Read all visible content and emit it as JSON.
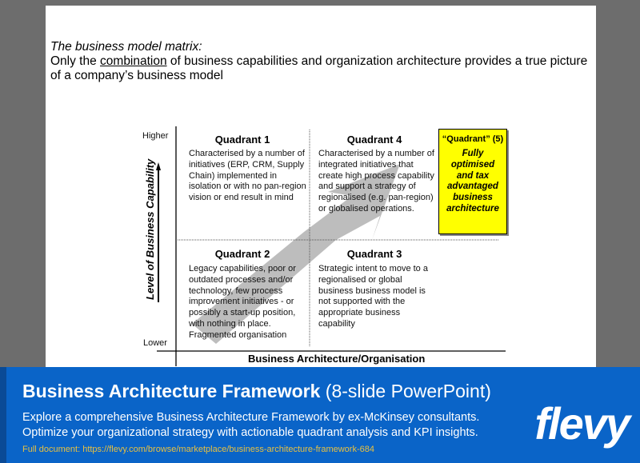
{
  "intro": {
    "heading": "The business model matrix:",
    "line_pre": "Only the ",
    "line_underlined": "combination",
    "line_post": " of business capabilities and organization architecture provides a true picture of a company’s business model"
  },
  "matrix": {
    "y_axis_label": "Level of Business Capability",
    "y_high": "Higher",
    "y_low": "Lower",
    "x_axis_label": "Business Architecture/Organisation",
    "q1": {
      "title": "Quadrant 1",
      "text": "Characterised by a number of initiatives (ERP, CRM, Supply Chain) implemented in isolation or with no pan-region vision or end result in mind"
    },
    "q4": {
      "title": "Quadrant 4",
      "text": "Characterised by a number of integrated initiatives that create high process capability and support a strategy of regionalised (e.g. pan-region) or globalised operations."
    },
    "q2": {
      "title": "Quadrant 2",
      "text": "Legacy capabilities, poor or outdated processes and/or technology, few process improvement initiatives - or possibly a start-up position, with nothing in place. Fragmented organisation"
    },
    "q3": {
      "title": "Quadrant 3",
      "text": "Strategic intent to move to a regionalised or global business business model is not supported with the appropriate business capability"
    },
    "q5": {
      "title": "“Quadrant” (5)",
      "text": "Fully optimised and tax advantaged business architecture",
      "color": "#ffff00"
    }
  },
  "banner": {
    "title_bold": "Business Architecture Framework",
    "title_light": " (8-slide PowerPoint)",
    "desc1": "Explore a comprehensive Business Architecture Framework by ex-McKinsey consultants.",
    "desc2": "Optimize your organizational strategy with actionable quadrant analysis and KPI insights.",
    "link": "Full document: https://flevy.com/browse/marketplace/business-architecture-framework-684",
    "logo": "flevy",
    "color": "#0a64c8"
  }
}
